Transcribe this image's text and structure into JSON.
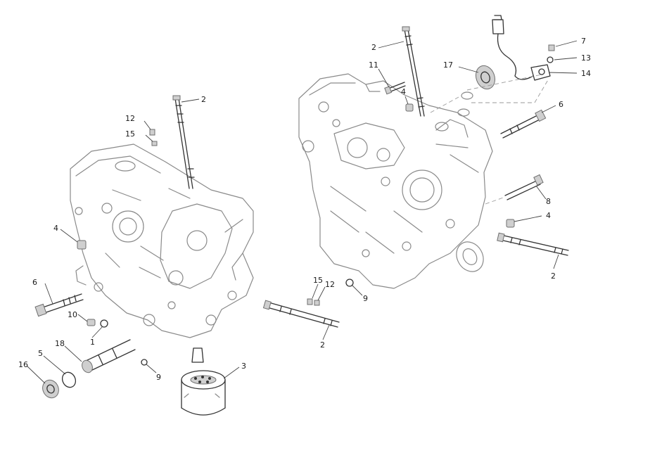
{
  "callouts": {
    "c_l2": "2",
    "c_l12": "12",
    "c_l15": "15",
    "c_l4": "4",
    "c_l6": "6",
    "c_l10": "10",
    "c_l1": "1",
    "c_l18": "18",
    "c_l5": "5",
    "c_l16": "16",
    "c_l9": "9",
    "c_l3": "3",
    "c_m15": "15",
    "c_m12": "12",
    "c_m9": "9",
    "c_m2": "2",
    "c_r2a": "2",
    "c_r11": "11",
    "c_r4a": "4",
    "c_r17": "17",
    "c_r7": "7",
    "c_r13": "13",
    "c_r14": "14",
    "c_r6": "6",
    "c_r8": "8",
    "c_r4b": "4",
    "c_r2b": "2"
  },
  "colors": {
    "line": "#8a8a8a",
    "dark": "#333333",
    "label": "#1a1a1a",
    "background": "#ffffff"
  }
}
